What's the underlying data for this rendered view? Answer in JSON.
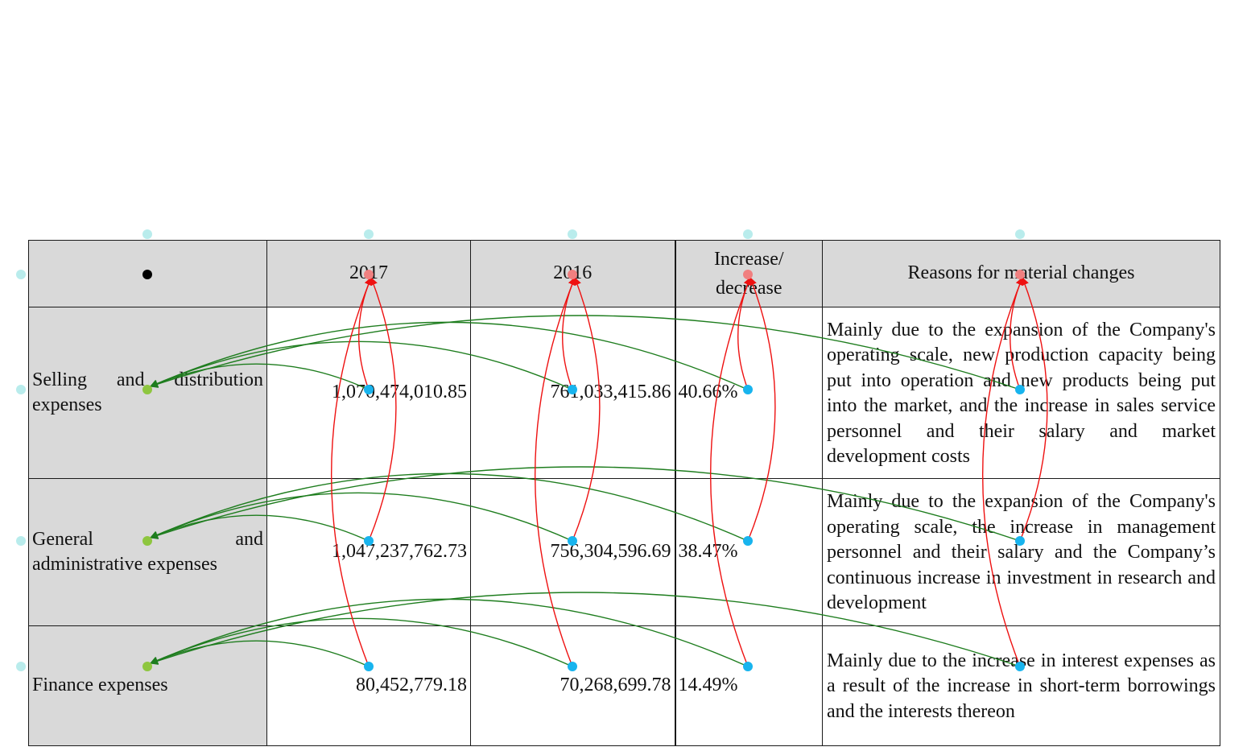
{
  "table": {
    "headers": {
      "year_2017": "2017",
      "year_2016": "2016",
      "increase_line1": "Increase/",
      "increase_line2": "decrease",
      "reasons": "Reasons for material changes"
    },
    "rows": [
      {
        "label_line1": "Selling and distribution",
        "label_line2": "expenses",
        "v2017": "1,070,474,010.85",
        "v2016": "761,033,415.86",
        "change": "40.66%",
        "reason": "Mainly due to the expansion of the Company's operating scale, new production capacity being put into operation and new products being put into the market, and the increase in sales service personnel and their salary and market development costs"
      },
      {
        "label_line1": "General and",
        "label_line2": "administrative expenses",
        "v2017": "1,047,237,762.73",
        "v2016": "756,304,596.69",
        "change": "38.47%",
        "reason": "Mainly due to the expansion of the Company's operating scale, the increase in management personnel and their salary and the Company’s continuous increase in investment in research and development"
      },
      {
        "label_line1": "Finance expenses",
        "label_line2": "",
        "v2017": "80,452,779.18",
        "v2016": "70,268,699.78",
        "change": "14.49%",
        "reason": "Mainly due to the increase in interest expenses as a result of the increase in short-term borrowings and the interests thereon"
      }
    ]
  },
  "overlay": {
    "colors": {
      "row_link": "#1e7d1e",
      "column_link": "#ee1111",
      "cell_dot": "#18b4ee",
      "header_dot": "#f08080",
      "label_dot": "#8ec63f",
      "grid_dot": "#b9ecec",
      "corner_dot": "#000000"
    }
  }
}
